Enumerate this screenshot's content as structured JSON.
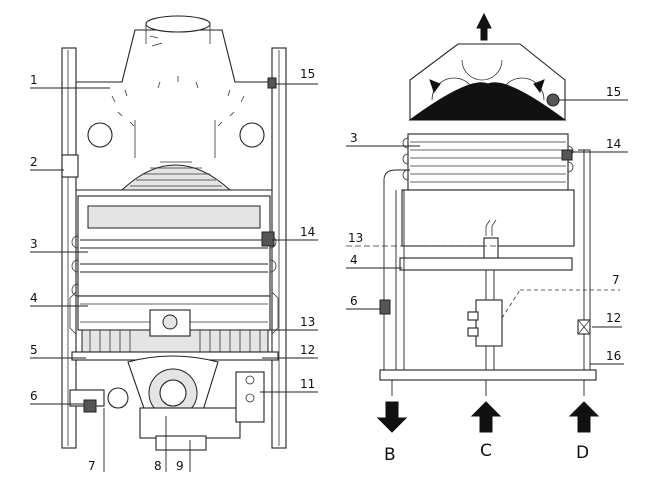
{
  "left_view": {
    "callouts": [
      {
        "id": "1",
        "text": "1"
      },
      {
        "id": "2",
        "text": "2"
      },
      {
        "id": "3",
        "text": "3"
      },
      {
        "id": "4",
        "text": "4"
      },
      {
        "id": "5",
        "text": "5"
      },
      {
        "id": "6",
        "text": "6"
      },
      {
        "id": "7",
        "text": "7"
      },
      {
        "id": "8",
        "text": "8"
      },
      {
        "id": "9",
        "text": "9"
      },
      {
        "id": "11",
        "text": "11"
      },
      {
        "id": "12",
        "text": "12"
      },
      {
        "id": "13",
        "text": "13"
      },
      {
        "id": "14",
        "text": "14"
      },
      {
        "id": "15",
        "text": "15"
      }
    ]
  },
  "right_view": {
    "callouts": [
      {
        "id": "3",
        "text": "3"
      },
      {
        "id": "4",
        "text": "4"
      },
      {
        "id": "6",
        "text": "6"
      },
      {
        "id": "7",
        "text": "7"
      },
      {
        "id": "12",
        "text": "12"
      },
      {
        "id": "13",
        "text": "13"
      },
      {
        "id": "14",
        "text": "14"
      },
      {
        "id": "15",
        "text": "15"
      },
      {
        "id": "16",
        "text": "16"
      }
    ],
    "connections": [
      {
        "letter": "B",
        "direction": "down"
      },
      {
        "letter": "C",
        "direction": "up"
      },
      {
        "letter": "D",
        "direction": "up"
      }
    ]
  }
}
